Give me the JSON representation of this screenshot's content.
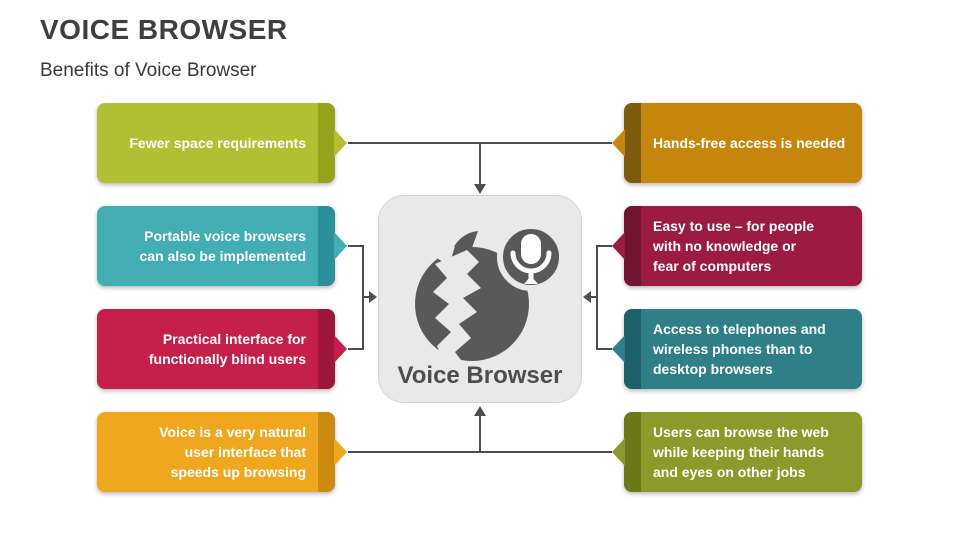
{
  "header": {
    "title": "VOICE BROWSER",
    "subtitle": "Benefits of Voice Browser"
  },
  "center": {
    "label": "Voice Browser",
    "icon": "globe-with-microphone",
    "bg_color": "#e9e9e9",
    "border_color": "#d4d4d4",
    "icon_color": "#595959",
    "label_color": "#4d4d4d"
  },
  "left_boxes": [
    {
      "text": "Fewer space requirements",
      "body_color": "#b4be33",
      "strip_color": "#96a31c"
    },
    {
      "text": "Portable voice browsers\ncan also be implemented",
      "body_color": "#43adb4",
      "strip_color": "#2b9099"
    },
    {
      "text": "Practical interface for\nfunctionally blind users",
      "body_color": "#c42049",
      "strip_color": "#9d1738"
    },
    {
      "text": "Voice is a very natural\nuser interface that\nspeeds up browsing",
      "body_color": "#efa720",
      "strip_color": "#cd8a10"
    }
  ],
  "right_boxes": [
    {
      "text": "Hands-free access is needed",
      "body_color": "#c6860e",
      "strip_color": "#7c5b0e"
    },
    {
      "text": "Easy to use – for people\nwith no knowledge or\nfear of computers",
      "body_color": "#9b1b41",
      "strip_color": "#701431"
    },
    {
      "text": "Access to telephones and\nwireless phones than to\ndesktop browsers",
      "body_color": "#2f7f89",
      "strip_color": "#1e6069"
    },
    {
      "text": "Users can browse the web\nwhile keeping their hands\nand eyes on other jobs",
      "body_color": "#8b9a2a",
      "strip_color": "#6b791b"
    }
  ],
  "colors": {
    "connector": "#4d4d4d",
    "title_text": "#3f3f3f",
    "box_text": "#ffffff",
    "background": "#ffffff"
  }
}
